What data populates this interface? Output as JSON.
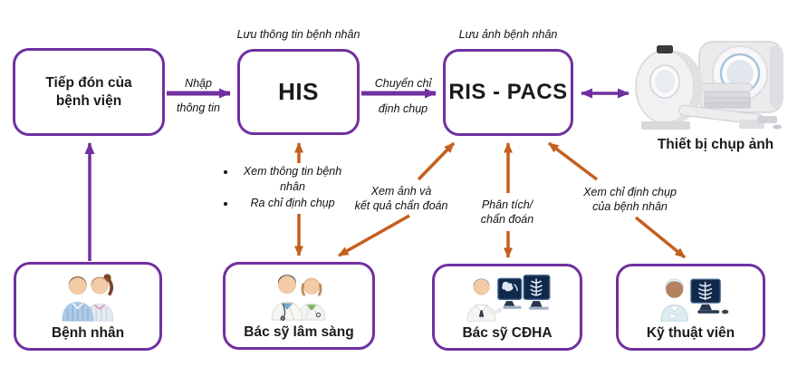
{
  "colors": {
    "purple": "#7030A0",
    "orange": "#C55F1E"
  },
  "boxes": {
    "reception": {
      "label": "Tiếp đón của bệnh viện"
    },
    "his": {
      "label": "HIS",
      "caption": "Lưu thông tin bệnh nhân"
    },
    "ris_pacs": {
      "label": "RIS - PACS",
      "caption": "Lưu ảnh bệnh nhân"
    },
    "imaging_device": {
      "label": "Thiết bị chụp ảnh"
    },
    "patient": {
      "label": "Bệnh nhân"
    },
    "clinical_doctor": {
      "label": "Bác sỹ lâm sàng"
    },
    "imaging_doctor": {
      "label": "Bác sỹ CĐHA"
    },
    "technician": {
      "label": "Kỹ thuật viên"
    }
  },
  "arrow_labels": {
    "reception_to_his": {
      "line1": "Nhập",
      "line2": "thông tin"
    },
    "his_to_ris_pacs": {
      "line1": "Chuyển chỉ",
      "line2": "định chụp"
    },
    "clinical_to_his_bullets": {
      "item1": "Xem thông tin bệnh nhân",
      "item2": "Ra chỉ định chụp"
    },
    "clinical_to_ris_pacs": {
      "line1": "Xem ảnh và",
      "line2": "kết quả chẩn đoán"
    },
    "imaging_doctor_to_ris_pacs": {
      "line1": "Phân tích/",
      "line2": "chẩn đoán"
    },
    "technician_to_ris_pacs": {
      "line1": "Xem chỉ định chụp",
      "line2": "của bệnh nhân"
    }
  }
}
